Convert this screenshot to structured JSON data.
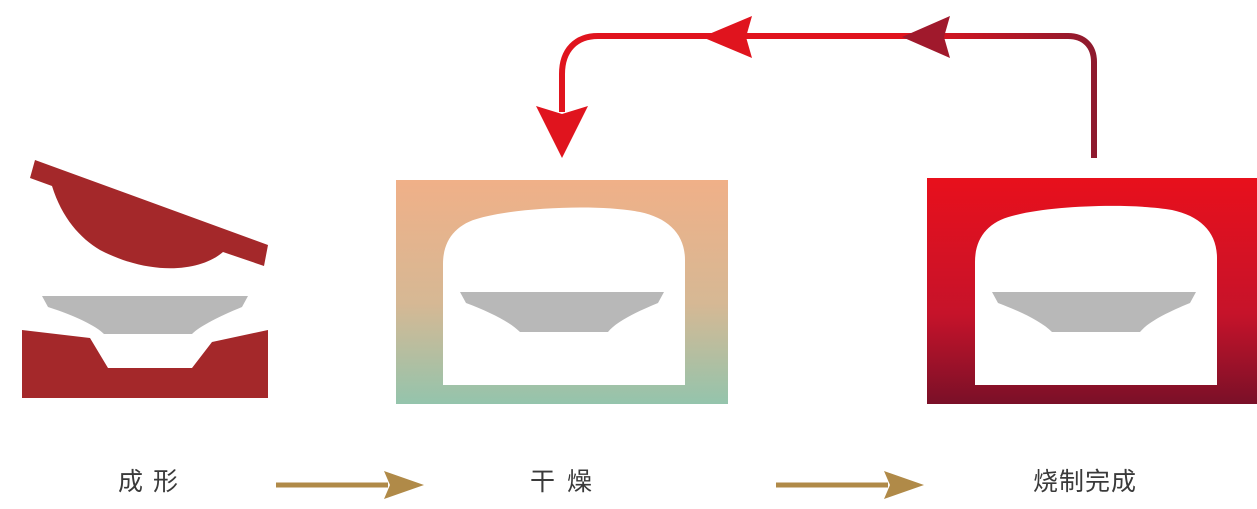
{
  "stages": [
    {
      "id": "forming",
      "label": "成形"
    },
    {
      "id": "drying",
      "label": "干燥"
    },
    {
      "id": "firing",
      "label": "烧制完成"
    }
  ],
  "colors": {
    "mold": "#a4282a",
    "plate": "#b8b8b8",
    "flow_arrow": "#b08a48",
    "return_arrow": "#e0141e",
    "return_arrow_dark": "#8e1a2e",
    "kiln_drying_top": "#f0b088",
    "kiln_drying_bottom": "#94c4ac",
    "kiln_firing_top": "#e8101c",
    "kiln_firing_bottom": "#7a1028"
  },
  "icons": [
    "mold-icon",
    "plate-icon",
    "kiln-icon",
    "arrow-right-icon",
    "return-arrow-icon"
  ]
}
